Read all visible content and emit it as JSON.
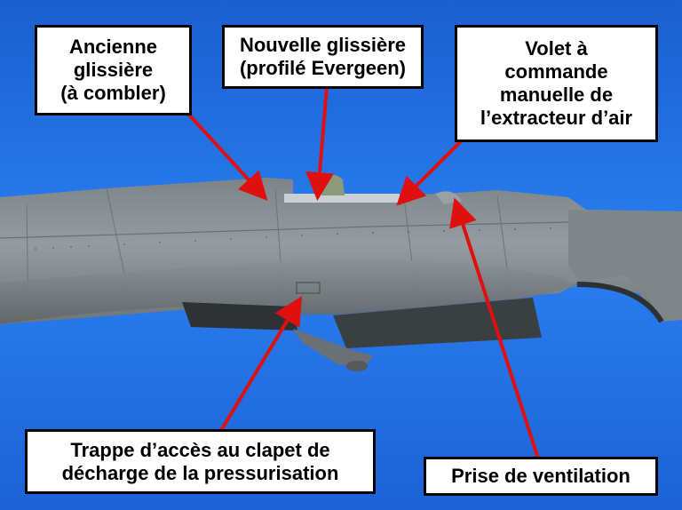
{
  "callouts": {
    "old_slide": "Ancienne\nglissière\n(à combler)",
    "new_slide": "Nouvelle glissière\n(profilé Evergeen)",
    "air_flap": "Volet à\ncommande\nmanuelle de\nl’extracteur d’air",
    "relief_hatch": "Trappe d’accès au clapet de\ndécharge de la pressurisation",
    "vent_intake": "Prise de ventilation"
  },
  "colors": {
    "background": "#1e6fe0",
    "fuselage": "#8a9094",
    "arrow": "#e01010"
  }
}
